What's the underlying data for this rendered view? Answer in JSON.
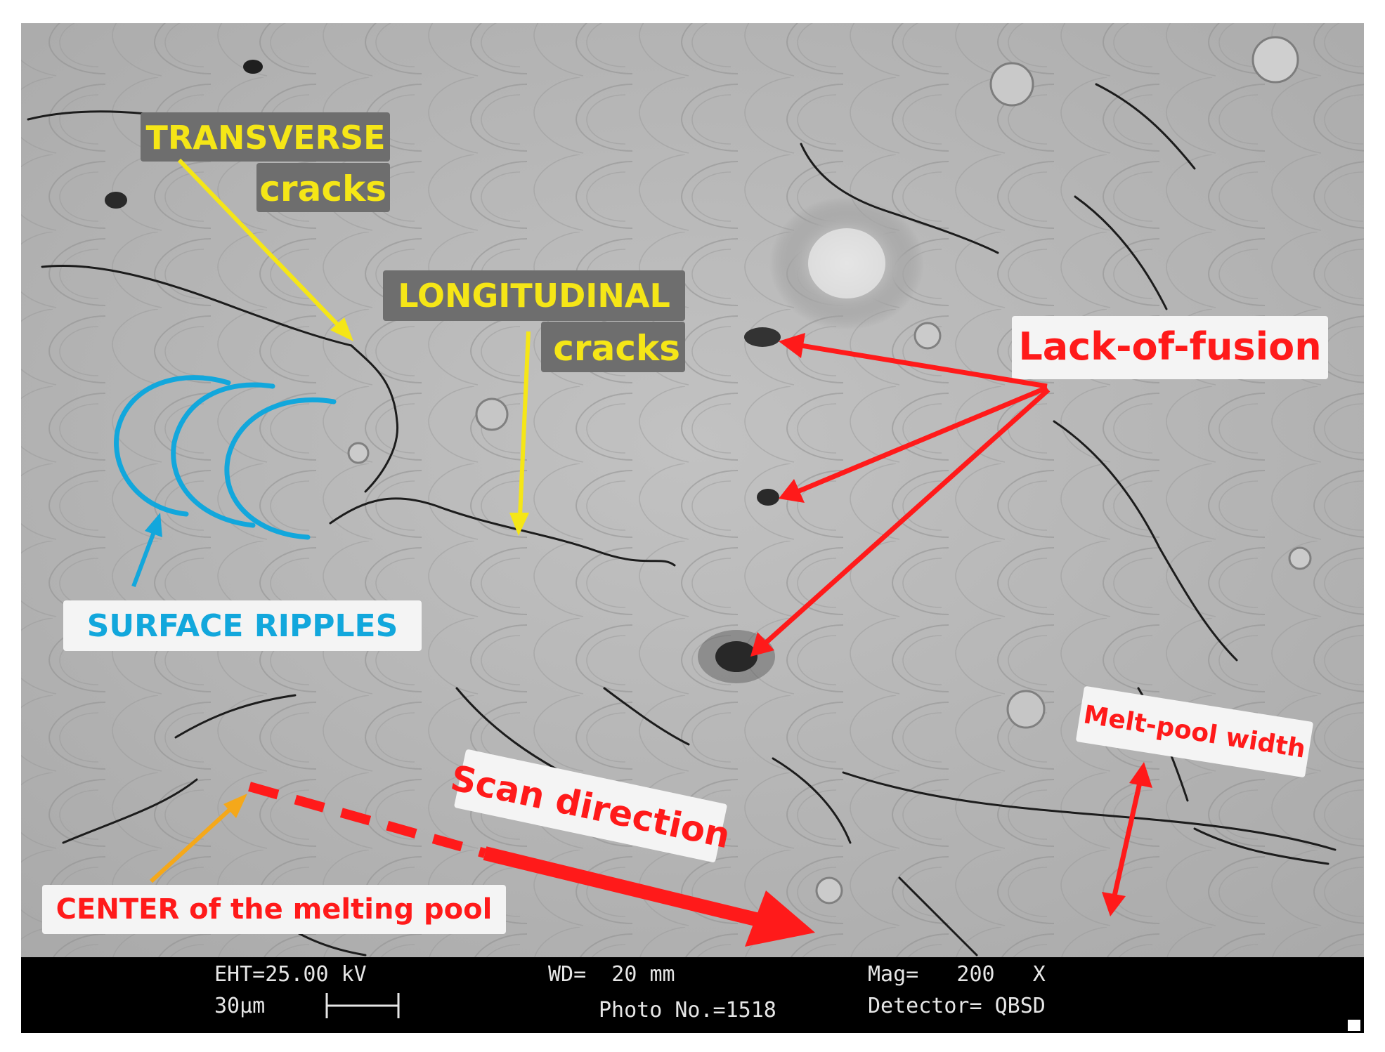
{
  "annotations": {
    "transverse_line1": "TRANSVERSE",
    "transverse_line2": "cracks",
    "longitudinal_line1": "LONGITUDINAL",
    "longitudinal_line2": "cracks",
    "surface_ripples": "SURFACE RIPPLES",
    "lack_of_fusion": "Lack-of-fusion",
    "melt_pool_width": "Melt-pool width",
    "scan_direction": "Scan direction",
    "center_melting_pool": "CENTER of the melting pool"
  },
  "sem_info": {
    "eht": "EHT=25.00 kV",
    "wd": "WD=  20 mm",
    "mag": "Mag=   200   X",
    "scale": "30µm",
    "photo_no": "Photo No.=1518",
    "detector": "Detector= QBSD"
  },
  "colors": {
    "yellow": "#f5e617",
    "red": "#ff1a1a",
    "blue": "#12a7dc",
    "orange": "#f5a81a",
    "label_box_dark": "#6e6e6e",
    "label_box_light": "#f4f4f4",
    "micrograph": "#b7b7b7"
  }
}
